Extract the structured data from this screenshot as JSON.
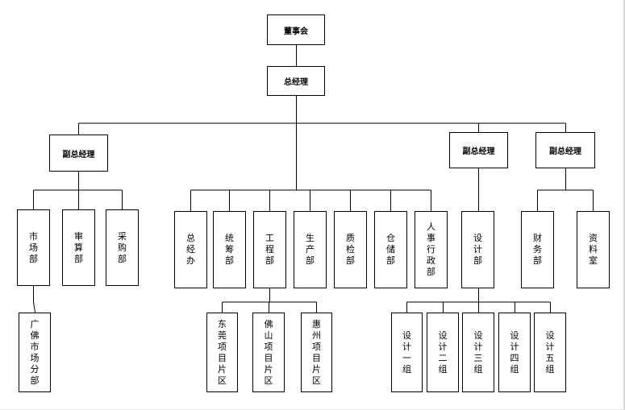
{
  "org_chart": {
    "board": "董事会",
    "general_manager": "总经理",
    "deputy_gm_left": "副总经理",
    "deputy_gm_design": "副总经理",
    "deputy_gm_finance": "副总经理",
    "departments": {
      "market": "市场部",
      "audit": "审算部",
      "purchasing": "采购部",
      "gm_office": "总经办",
      "planning": "统筹部",
      "engineering": "工程部",
      "production": "生产部",
      "quality": "质检部",
      "storage": "仓储部",
      "hr_admin": "人事行政部",
      "design": "设计部",
      "finance": "财务部",
      "archive": "资料室"
    },
    "sub_units": {
      "guangfo_market": "广佛市场分部",
      "dongguan_project": "东莞项目片区",
      "foshan_project": "佛山项目片区",
      "huizhou_project": "惠州项目片区",
      "design_group_1": "设计一组",
      "design_group_2": "设计二组",
      "design_group_3": "设计三组",
      "design_group_4": "设计四组",
      "design_group_5": "设计五组"
    }
  }
}
